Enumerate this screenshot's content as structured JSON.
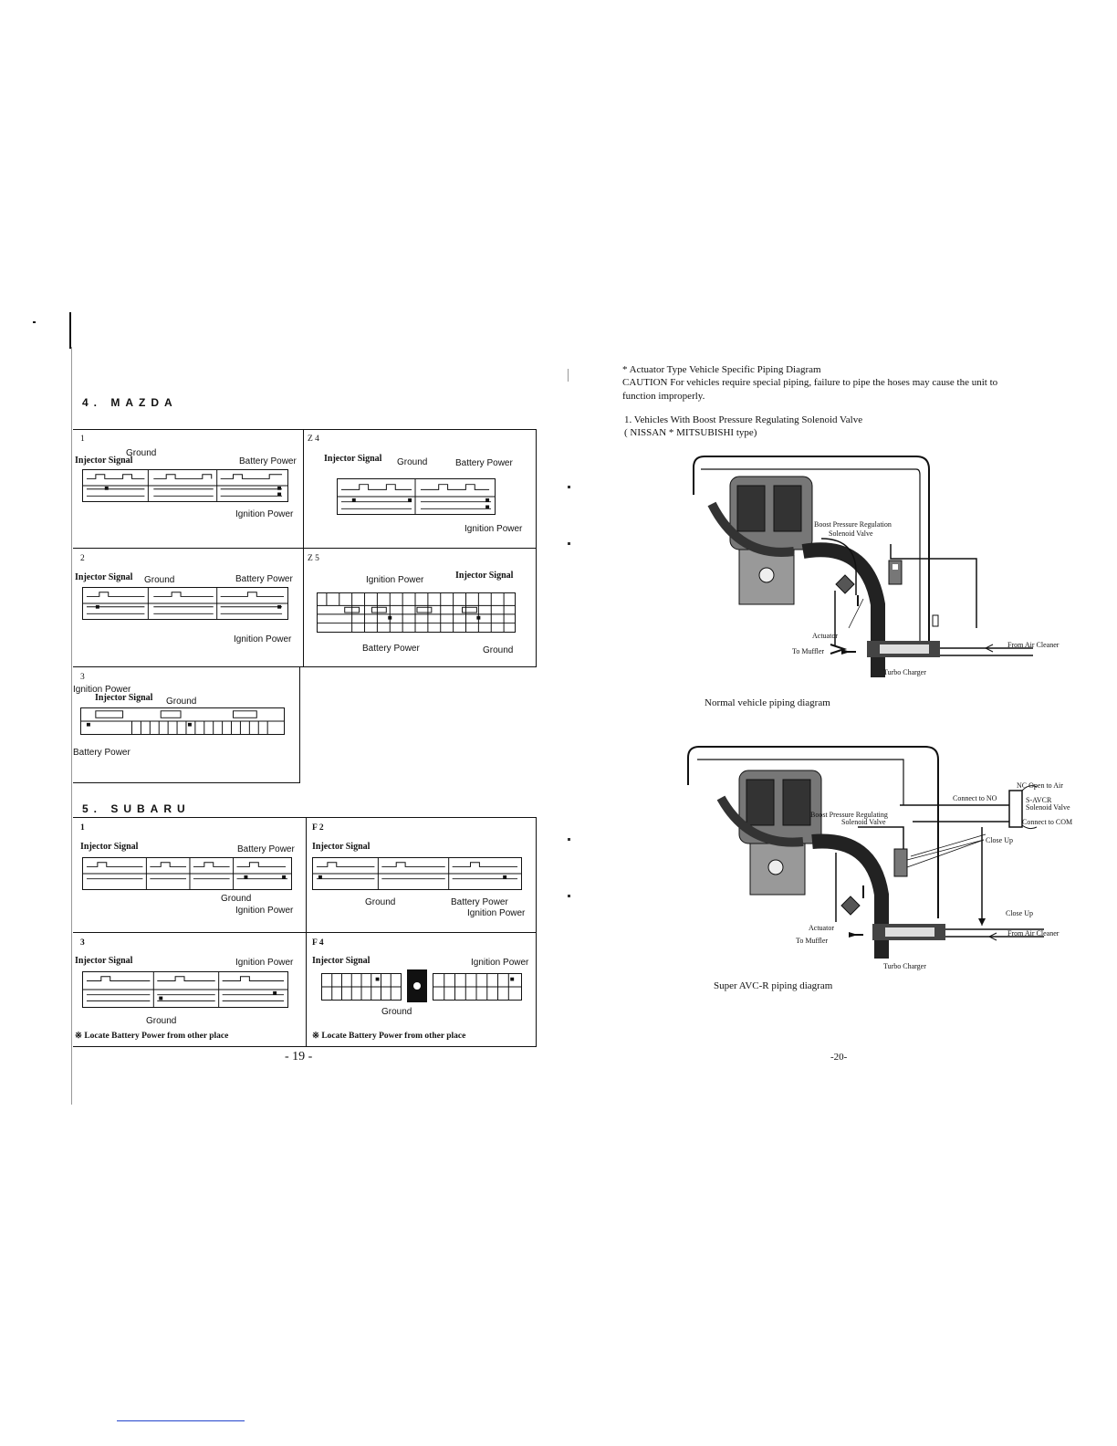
{
  "left_page": {
    "mazda": {
      "title": "4. MAZDA",
      "panels": [
        {
          "id": "1",
          "labels": {
            "ground": "Ground",
            "injector": "Injector Signal",
            "battery": "Battery Power",
            "ignition": "Ignition Power"
          }
        },
        {
          "id": "Z 4",
          "labels": {
            "injector": "Injector Signal",
            "ground": "Ground",
            "battery": "Battery Power",
            "ignition": "Ignition Power"
          }
        },
        {
          "id": "2",
          "labels": {
            "injector": "Injector Signal",
            "ground": "Ground",
            "battery": "Battery Power",
            "ignition": "Ignition Power"
          }
        },
        {
          "id": "Z 5",
          "labels": {
            "ignition": "Ignition Power",
            "injector": "Injector Signal",
            "battery": "Battery Power",
            "ground": "Ground"
          }
        },
        {
          "id": "3",
          "labels": {
            "ignition": "Ignition Power",
            "injector": "Injector Signal",
            "ground": "Ground",
            "battery": "Battery Power"
          }
        }
      ]
    },
    "subaru": {
      "title": "5. SUBARU",
      "panels": [
        {
          "id": "1",
          "labels": {
            "injector": "Injector Signal",
            "battery": "Battery Power",
            "ground": "Ground",
            "ignition": "Ignition Power"
          }
        },
        {
          "id": "F 2",
          "labels": {
            "injector": "Injector Signal",
            "ground": "Ground",
            "battery": "Battery Power",
            "ignition": "Ignition Power"
          }
        },
        {
          "id": "3",
          "labels": {
            "injector": "Injector Signal",
            "ignition": "Ignition Power",
            "ground": "Ground"
          },
          "note": "※ Locate Battery Power from other place"
        },
        {
          "id": "F 4",
          "labels": {
            "injector": "Injector Signal",
            "ignition": "Ignition Power",
            "ground": "Ground"
          },
          "note": "※ Locate Battery Power from other place"
        }
      ]
    },
    "page_number": "- 19 -"
  },
  "right_page": {
    "heading": "* Actuator Type Vehicle Specific Piping Diagram",
    "caution_line1": "CAUTION For vehicles require special piping, failure to pipe the hoses may cause the unit to",
    "caution_line2": "function improperly.",
    "section_line1": "1. Vehicles With Boost Pressure Regulating Solenoid Valve",
    "section_line2": "( NISSAN * MITSUBISHI type)",
    "diagram1": {
      "solenoid_line1": "Boost Pressure Regulation",
      "solenoid_line2": "Solenoid Valve",
      "actuator": "Actuator",
      "to_muffler": "To Muffler",
      "turbo": "Turbo Charger",
      "from_air": "From Air Cleaner",
      "caption": "Normal vehicle piping diagram"
    },
    "diagram2": {
      "nc_open": "NC Open to Air",
      "connect_no": "Connect to NO",
      "savcr1": "S-AVCR",
      "savcr2": "Solenoid Valve",
      "connect_com": "Connect to COM",
      "solenoid_line1": "Boost Pressure Regulating",
      "solenoid_line2": "Solenoid Valve",
      "close_up1": "Close Up",
      "close_up2": "Close Up",
      "actuator": "Actuator",
      "to_muffler": "To Muffler",
      "turbo": "Turbo Charger",
      "from_air": "From Air Cleaner",
      "caption": "Super AVC-R piping diagram"
    },
    "page_number": "-20-"
  }
}
